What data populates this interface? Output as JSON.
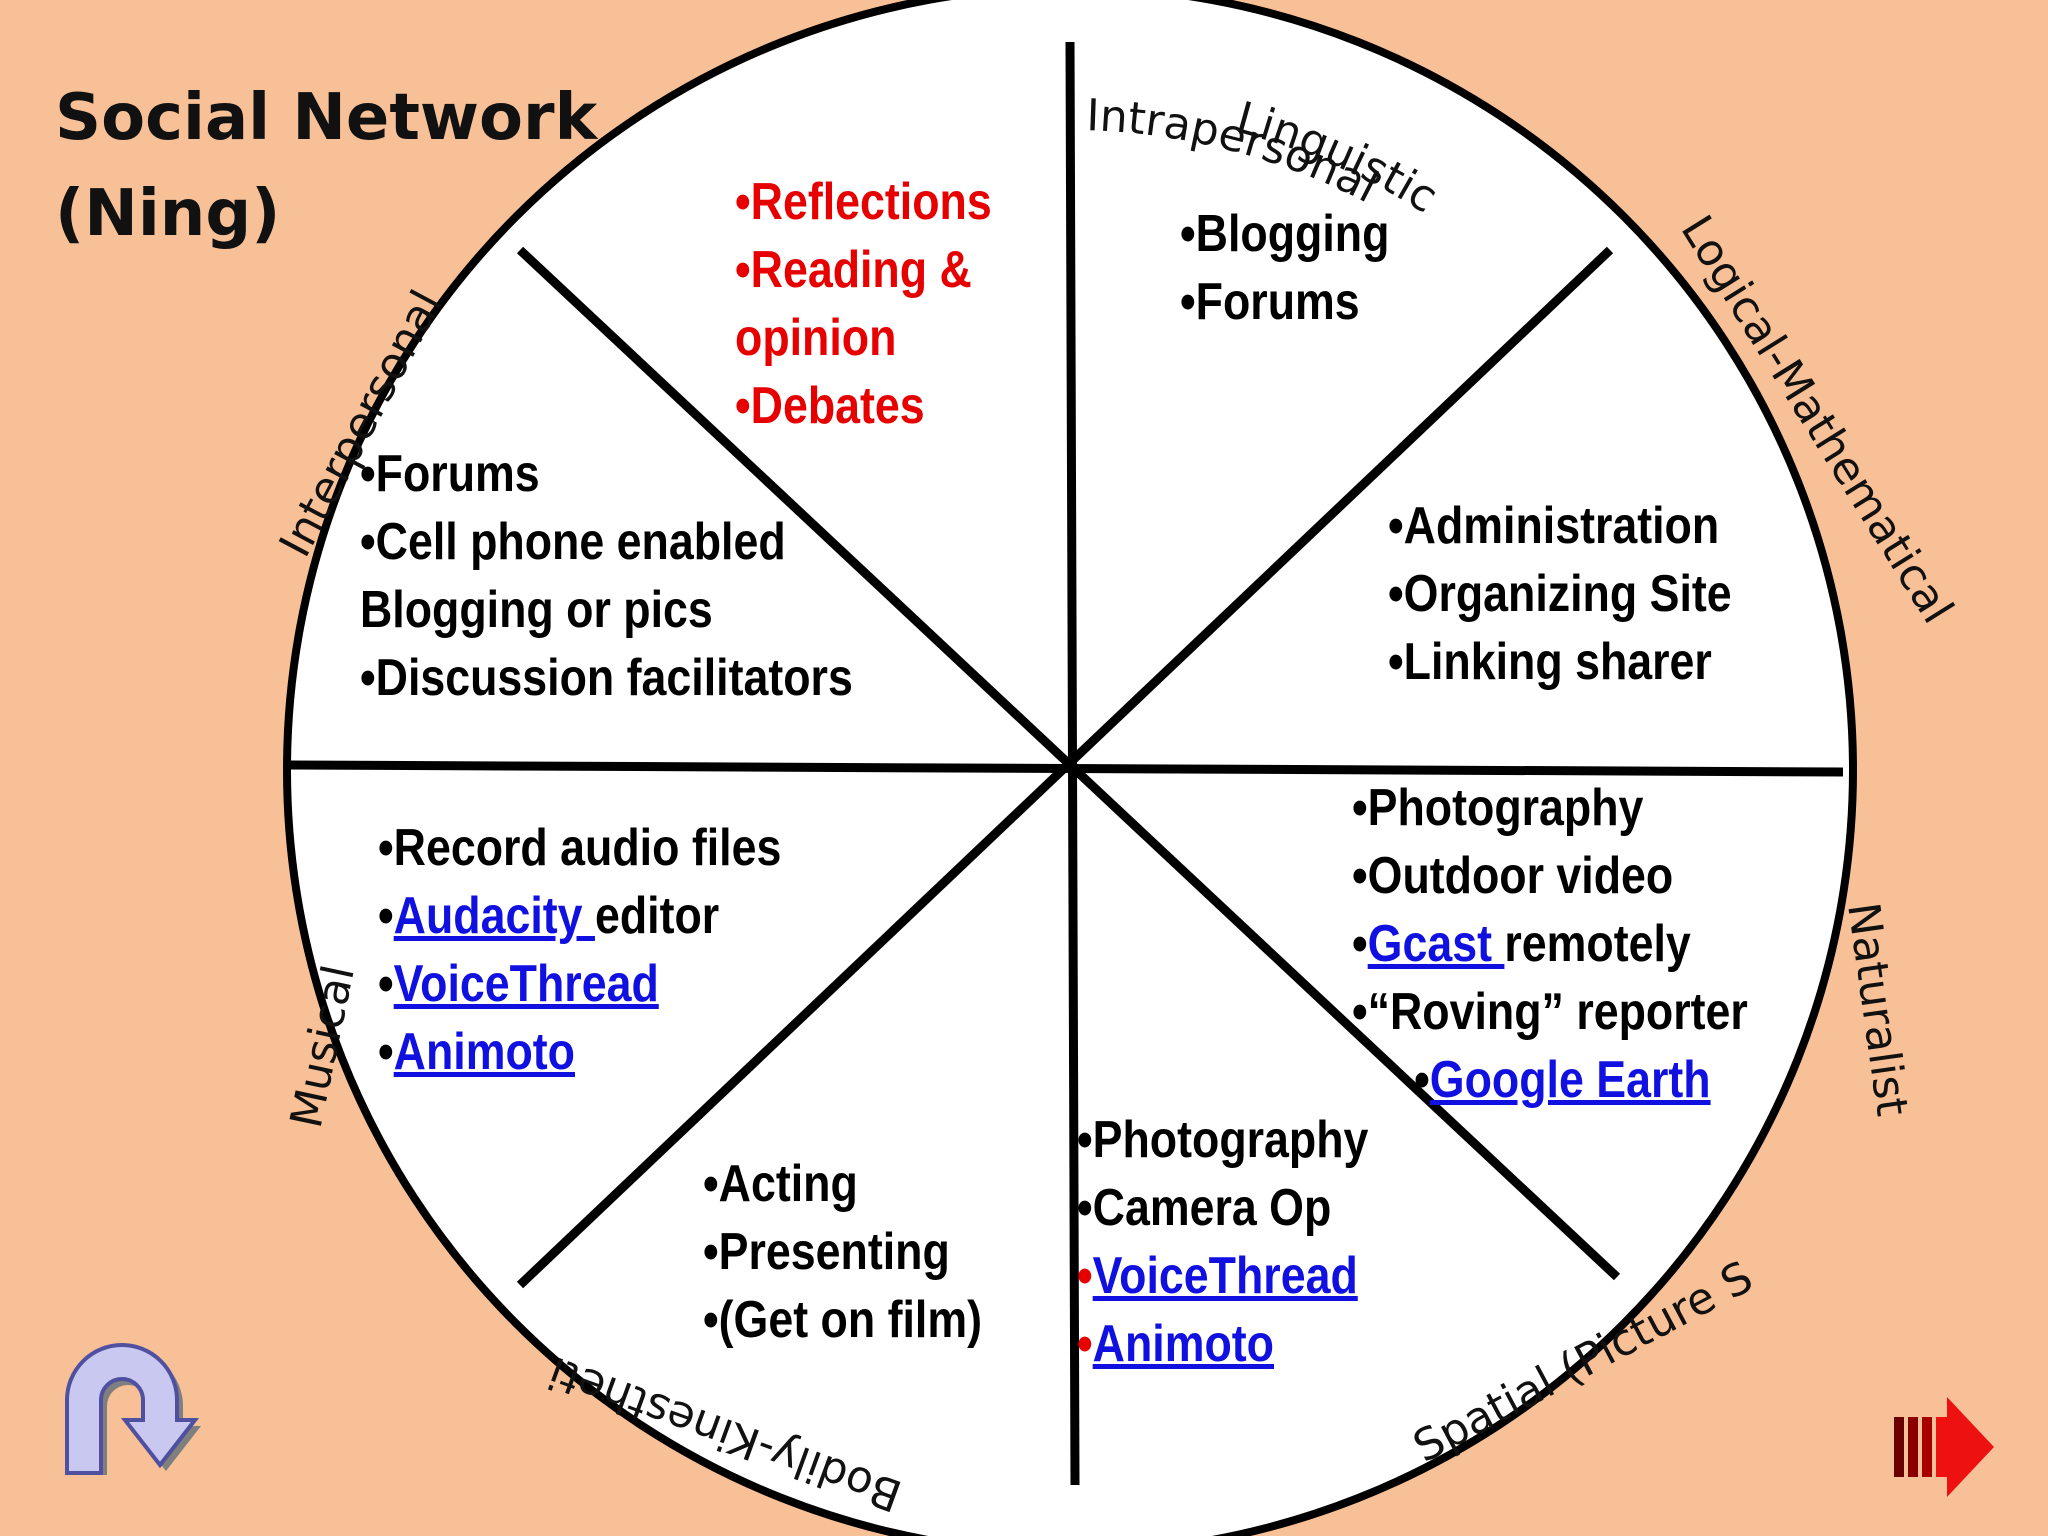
{
  "title": "Social Network\n(Ning)",
  "colors": {
    "background": "#f8c097",
    "wheel_fill": "#ffffff",
    "wheel_stroke": "#000000",
    "red_text": "#e60000",
    "link": "#1010e0"
  },
  "ring_labels": {
    "intrapersonal": "Intrapersonal",
    "linguistic": "Linguistic",
    "logical_mathematical": "Logical-Mathematical",
    "naturalist": "Naturalist",
    "spatial": "Spatial (Picture S",
    "bodily_kinesthetic": "Bodily-Kinestheti",
    "musical": "Musical",
    "interpersonal": "Interpersonal"
  },
  "sectors": {
    "intrapersonal": [
      {
        "parts": [
          {
            "text": "•Reflections",
            "style": "red"
          }
        ]
      },
      {
        "parts": [
          {
            "text": "•Reading &",
            "style": "red"
          }
        ]
      },
      {
        "parts": [
          {
            "text": "opinion",
            "style": "red"
          }
        ]
      },
      {
        "parts": [
          {
            "text": "•Debates",
            "style": "red"
          }
        ]
      }
    ],
    "linguistic": [
      {
        "parts": [
          {
            "text": "•Blogging"
          }
        ]
      },
      {
        "parts": [
          {
            "text": "•Forums"
          }
        ]
      }
    ],
    "interpersonal": [
      {
        "parts": [
          {
            "text": "•Forums"
          }
        ]
      },
      {
        "parts": [
          {
            "text": "•Cell phone enabled"
          }
        ]
      },
      {
        "parts": [
          {
            "text": "Blogging or pics"
          }
        ]
      },
      {
        "parts": [
          {
            "text": "•Discussion facilitators"
          }
        ]
      }
    ],
    "logical_mathematical": [
      {
        "parts": [
          {
            "text": "•Administration"
          }
        ]
      },
      {
        "parts": [
          {
            "text": "•Organizing Site"
          }
        ]
      },
      {
        "parts": [
          {
            "text": "•Linking sharer"
          }
        ]
      }
    ],
    "musical": [
      {
        "parts": [
          {
            "text": "•Record audio files"
          }
        ]
      },
      {
        "parts": [
          {
            "text": "•"
          },
          {
            "text": "Audacity ",
            "style": "link"
          },
          {
            "text": "editor"
          }
        ]
      },
      {
        "parts": [
          {
            "text": "•"
          },
          {
            "text": "VoiceThread",
            "style": "link"
          }
        ]
      },
      {
        "parts": [
          {
            "text": "•"
          },
          {
            "text": "Animoto",
            "style": "link"
          }
        ]
      }
    ],
    "naturalist": [
      {
        "parts": [
          {
            "text": "•Photography"
          }
        ]
      },
      {
        "parts": [
          {
            "text": "•Outdoor video"
          }
        ]
      },
      {
        "parts": [
          {
            "text": "•"
          },
          {
            "text": "Gcast ",
            "style": "link"
          },
          {
            "text": "remotely"
          }
        ]
      },
      {
        "parts": [
          {
            "text": "•“Roving” reporter"
          }
        ]
      },
      {
        "parts": [
          {
            "text": "     •"
          },
          {
            "text": "Google Earth",
            "style": "link"
          }
        ]
      }
    ],
    "bodily_kinesthetic": [
      {
        "parts": [
          {
            "text": "•Acting"
          }
        ]
      },
      {
        "parts": [
          {
            "text": "•Presenting"
          }
        ]
      },
      {
        "parts": [
          {
            "text": "•(Get on film)"
          }
        ]
      }
    ],
    "spatial": [
      {
        "parts": [
          {
            "text": "•Photography"
          }
        ]
      },
      {
        "parts": [
          {
            "text": "•Camera Op"
          }
        ]
      },
      {
        "parts": [
          {
            "text": "•",
            "style": "red"
          },
          {
            "text": "VoiceThread",
            "style": "link"
          }
        ]
      },
      {
        "parts": [
          {
            "text": "•",
            "style": "red"
          },
          {
            "text": "Animoto",
            "style": "link"
          }
        ]
      }
    ]
  },
  "nav": {
    "back_icon": "return-arrow-icon",
    "next_icon": "next-arrow-icon"
  }
}
